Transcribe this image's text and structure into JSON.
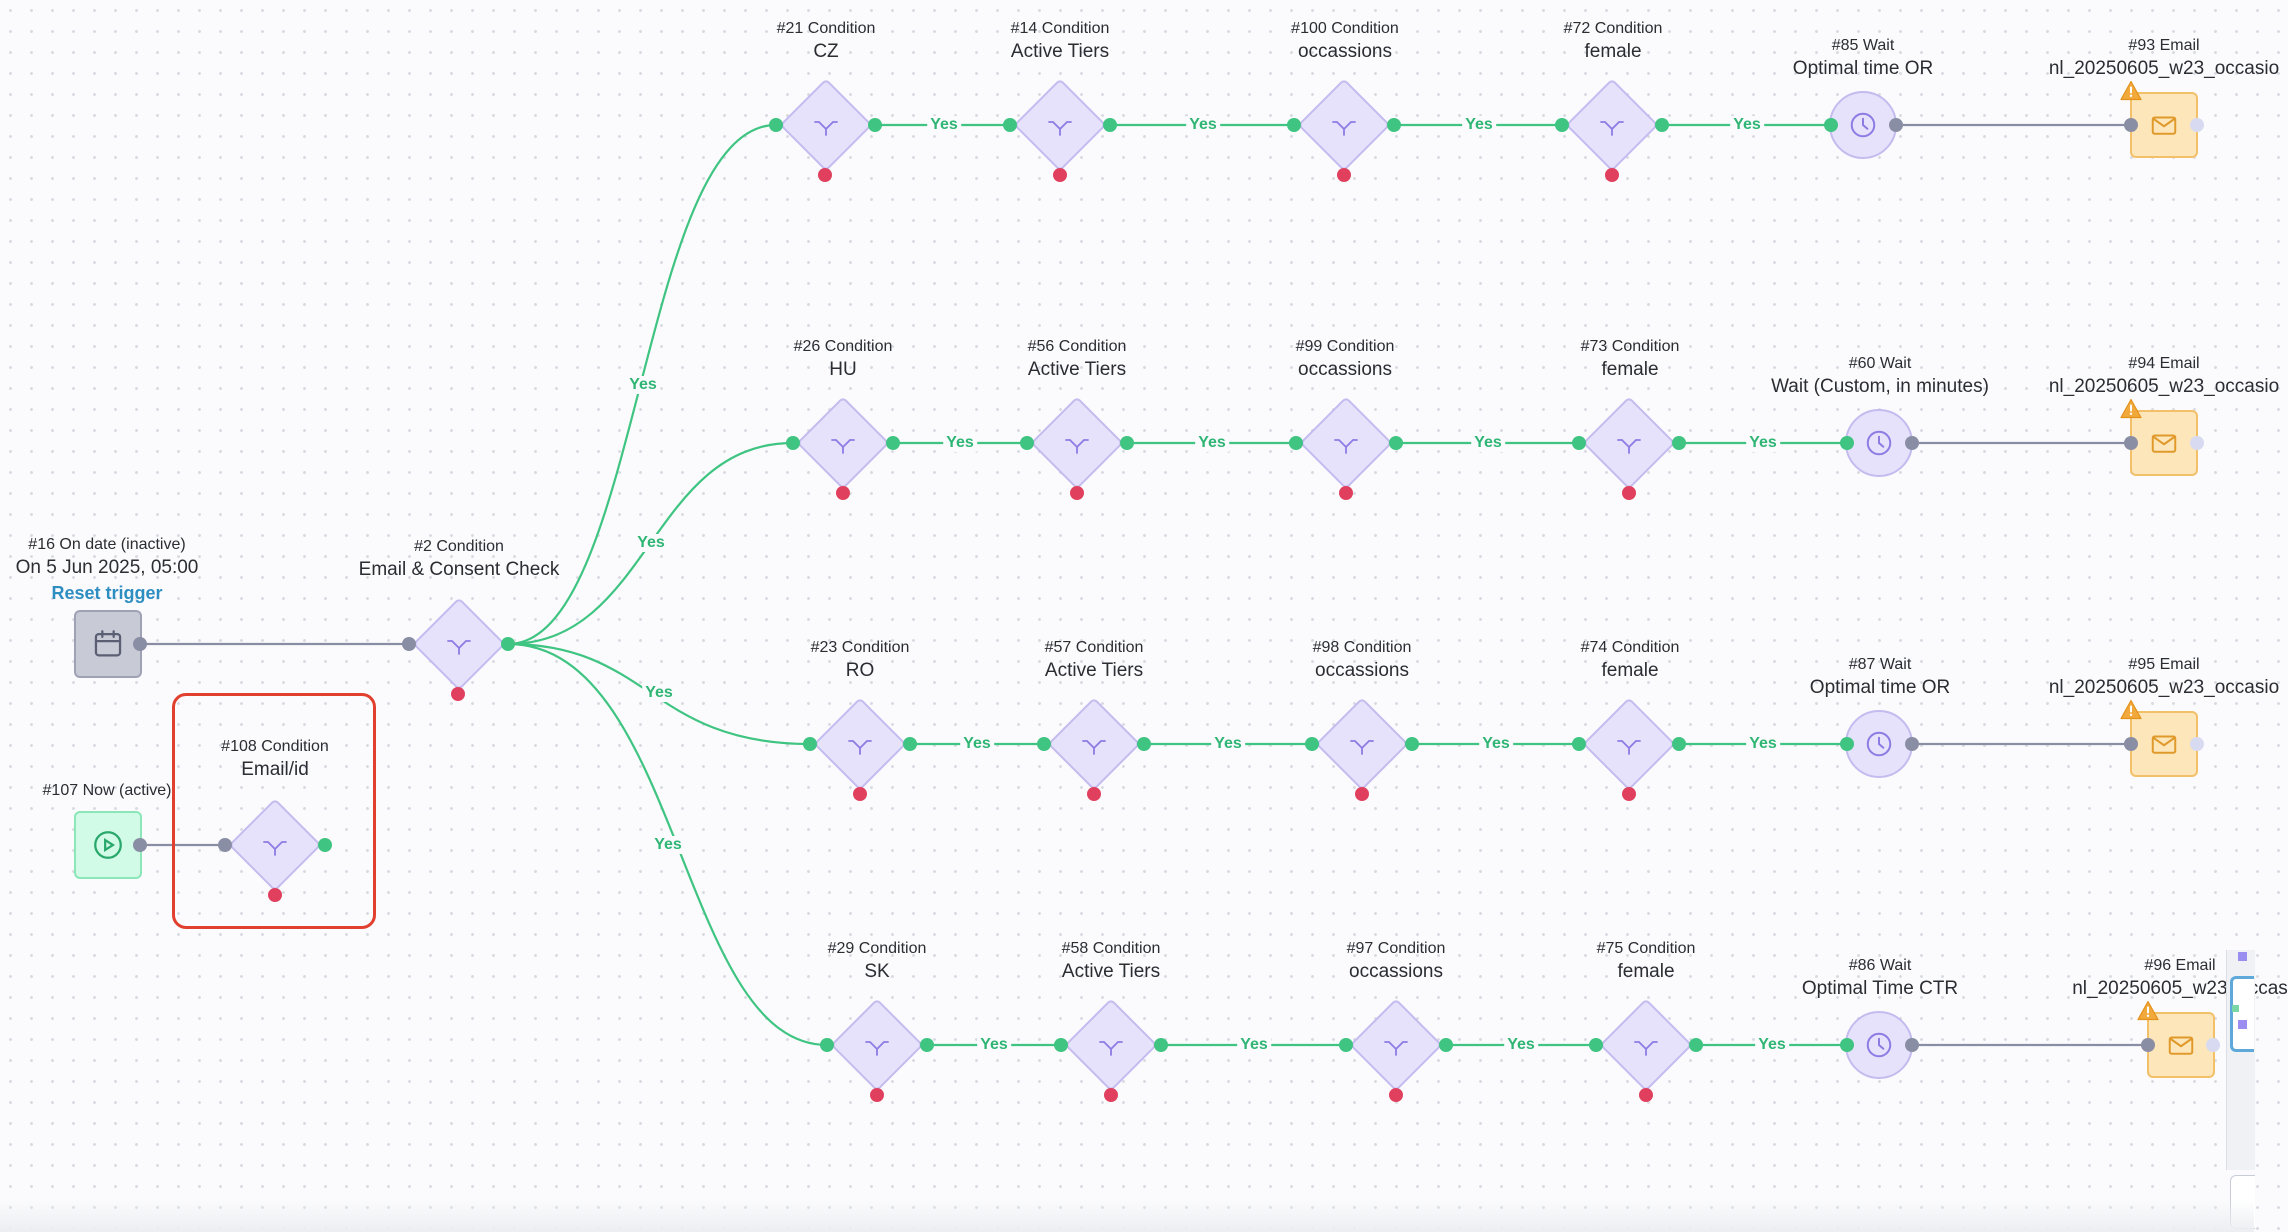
{
  "colors": {
    "edge_grey": "#8a8ea4",
    "edge_green": "#3fc482",
    "yes_label": "#2fb574",
    "condition_fill": "#e6e2fb",
    "condition_border": "#c4bbef",
    "email_fill": "#fde6b9",
    "email_border": "#f3c06a",
    "warning": "#f2a93b",
    "reset_trigger_link": "#2e8ec2",
    "selection_outline": "#e0402d",
    "failure_port": "#e0405e"
  },
  "edge_labels": {
    "yes": "Yes"
  },
  "triggers": {
    "date": {
      "caption": "#16 On date (inactive)",
      "title": "On 5 Jun 2025, 05:00",
      "action": "Reset trigger",
      "icon": "calendar-icon"
    },
    "now": {
      "caption": "#107 Now (active)",
      "icon": "play-icon"
    }
  },
  "conditions": {
    "n2": {
      "caption": "#2 Condition",
      "title": "Email & Consent Check"
    },
    "n108": {
      "caption": "#108 Condition",
      "title": "Email/id"
    },
    "n21": {
      "caption": "#21 Condition",
      "title": "CZ"
    },
    "n14": {
      "caption": "#14 Condition",
      "title": "Active Tiers"
    },
    "n100": {
      "caption": "#100 Condition",
      "title": "occassions"
    },
    "n72": {
      "caption": "#72 Condition",
      "title": "female"
    },
    "n26": {
      "caption": "#26 Condition",
      "title": "HU"
    },
    "n56": {
      "caption": "#56 Condition",
      "title": "Active Tiers"
    },
    "n99": {
      "caption": "#99 Condition",
      "title": "occassions"
    },
    "n73": {
      "caption": "#73 Condition",
      "title": "female"
    },
    "n23": {
      "caption": "#23 Condition",
      "title": "RO"
    },
    "n57": {
      "caption": "#57 Condition",
      "title": "Active Tiers"
    },
    "n98": {
      "caption": "#98 Condition",
      "title": "occassions"
    },
    "n74": {
      "caption": "#74 Condition",
      "title": "female"
    },
    "n29": {
      "caption": "#29 Condition",
      "title": "SK"
    },
    "n58": {
      "caption": "#58 Condition",
      "title": "Active Tiers"
    },
    "n97": {
      "caption": "#97 Condition",
      "title": "occassions"
    },
    "n75": {
      "caption": "#75 Condition",
      "title": "female"
    }
  },
  "waits": {
    "n85": {
      "caption": "#85 Wait",
      "title": "Optimal time OR"
    },
    "n60": {
      "caption": "#60 Wait",
      "title": "Wait (Custom, in minutes)"
    },
    "n87": {
      "caption": "#87 Wait",
      "title": "Optimal time OR"
    },
    "n86": {
      "caption": "#86 Wait",
      "title": "Optimal Time CTR"
    }
  },
  "emails": {
    "n93": {
      "caption": "#93 Email",
      "title": "nl_20250605_w23_occasio"
    },
    "n94": {
      "caption": "#94 Email",
      "title": "nl_20250605_w23_occasio"
    },
    "n95": {
      "caption": "#95 Email",
      "title": "nl_20250605_w23_occasio"
    },
    "n96": {
      "caption": "#96 Email",
      "title": "nl_20250605_w23_occas"
    }
  },
  "icons": {
    "condition": "condition-branch-icon",
    "wait": "clock-icon",
    "email": "envelope-icon",
    "warning": "warning-icon"
  }
}
